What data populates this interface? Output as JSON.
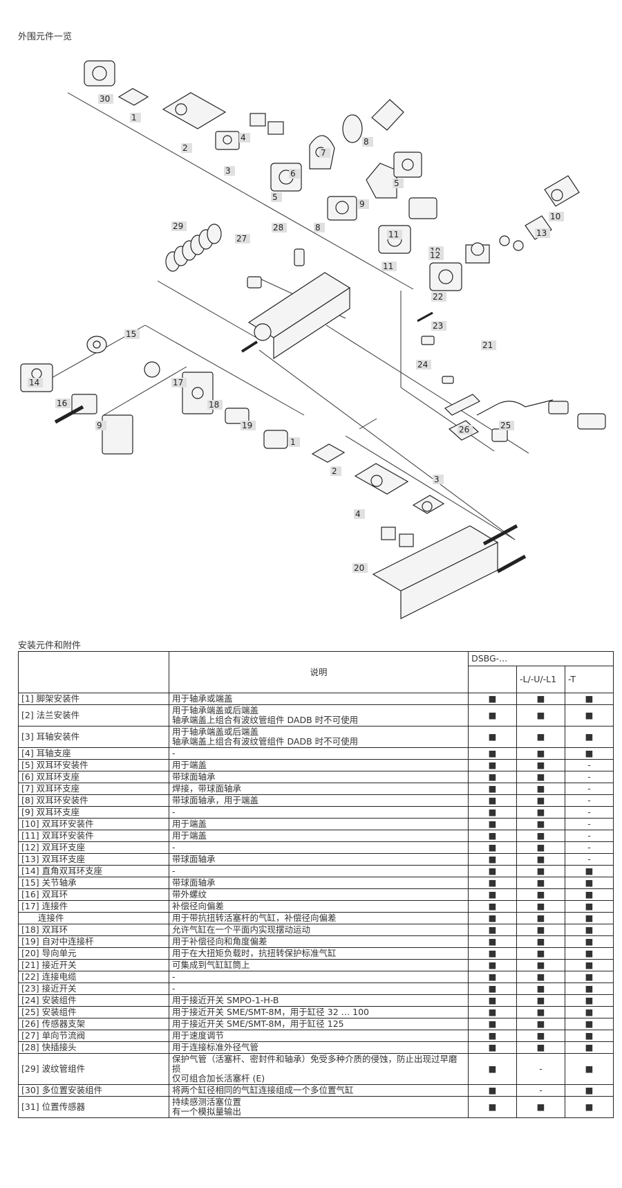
{
  "page_title": "外围元件一览",
  "diagram": {
    "callouts": [
      "30",
      "1",
      "2",
      "3",
      "4",
      "6",
      "7",
      "8",
      "5",
      "5",
      "8",
      "9",
      "10",
      "11",
      "10",
      "11",
      "12",
      "13",
      "29",
      "27",
      "28",
      "22",
      "23",
      "21",
      "24",
      "15",
      "14",
      "16",
      "17",
      "18",
      "19",
      "9",
      "26",
      "25",
      "1",
      "2",
      "3",
      "4",
      "20"
    ]
  },
  "table": {
    "title": "安装元件和附件",
    "header": {
      "desc": "说明",
      "group": "DSBG-...",
      "variant_a": "-L/-U/-L1",
      "variant_b": "-T"
    },
    "mark": "■",
    "dash": "-",
    "rows": [
      {
        "name": "[1] 脚架安装件",
        "desc": [
          "用于轴承或端盖"
        ],
        "v": [
          "■",
          "■",
          "■"
        ]
      },
      {
        "name": "[2] 法兰安装件",
        "desc": [
          "用于轴承端盖或后端盖",
          "轴承端盖上组合有波纹管组件 DADB 时不可使用"
        ],
        "v": [
          "■",
          "■",
          "■"
        ]
      },
      {
        "name": "[3] 耳轴安装件",
        "desc": [
          "用于轴承端盖或后端盖",
          "轴承端盖上组合有波纹管组件 DADB 时不可使用"
        ],
        "v": [
          "■",
          "■",
          "■"
        ]
      },
      {
        "name": "[4] 耳轴支座",
        "desc": [
          "-"
        ],
        "v": [
          "■",
          "■",
          "■"
        ]
      },
      {
        "name": "[5] 双耳环安装件",
        "desc": [
          "用于端盖"
        ],
        "v": [
          "■",
          "■",
          "-"
        ]
      },
      {
        "name": "[6] 双耳环支座",
        "desc": [
          "带球面轴承"
        ],
        "v": [
          "■",
          "■",
          "-"
        ]
      },
      {
        "name": "[7] 双耳环支座",
        "desc": [
          "焊接，带球面轴承"
        ],
        "v": [
          "■",
          "■",
          "-"
        ]
      },
      {
        "name": "[8] 双耳环安装件",
        "desc": [
          "带球面轴承，用于端盖"
        ],
        "v": [
          "■",
          "■",
          "-"
        ]
      },
      {
        "name": "[9] 双耳环支座",
        "desc": [
          "-"
        ],
        "v": [
          "■",
          "■",
          "-"
        ]
      },
      {
        "name": "[10] 双耳环安装件",
        "desc": [
          "用于端盖"
        ],
        "v": [
          "■",
          "■",
          "-"
        ]
      },
      {
        "name": "[11] 双耳环安装件",
        "desc": [
          "用于端盖"
        ],
        "v": [
          "■",
          "■",
          "-"
        ]
      },
      {
        "name": "[12] 双耳环支座",
        "desc": [
          "-"
        ],
        "v": [
          "■",
          "■",
          "-"
        ]
      },
      {
        "name": "[13] 双耳环支座",
        "desc": [
          "带球面轴承"
        ],
        "v": [
          "■",
          "■",
          "-"
        ]
      },
      {
        "name": "[14] 直角双耳环支座",
        "desc": [
          "-"
        ],
        "v": [
          "■",
          "■",
          "■"
        ]
      },
      {
        "name": "[15] 关节轴承",
        "desc": [
          "带球面轴承"
        ],
        "v": [
          "■",
          "■",
          "■"
        ]
      },
      {
        "name": "[16] 双耳环",
        "desc": [
          "带外螺纹"
        ],
        "v": [
          "■",
          "■",
          "■"
        ]
      },
      {
        "name": "[17] 连接件",
        "desc": [
          "补偿径向偏差"
        ],
        "v": [
          "■",
          "■",
          "■"
        ]
      },
      {
        "name": "连接件",
        "sub": true,
        "desc": [
          "用于带抗扭转活塞杆的气缸，补偿径向偏差"
        ],
        "v": [
          "■",
          "■",
          "■"
        ]
      },
      {
        "name": "[18] 双耳环",
        "desc": [
          "允许气缸在一个平面内实现摆动运动"
        ],
        "v": [
          "■",
          "■",
          "■"
        ]
      },
      {
        "name": "[19] 自对中连接杆",
        "desc": [
          "用于补偿径向和角度偏差"
        ],
        "v": [
          "■",
          "■",
          "■"
        ]
      },
      {
        "name": "[20] 导向单元",
        "desc": [
          "用于在大扭矩负载时，抗扭转保护标准气缸"
        ],
        "v": [
          "■",
          "■",
          "■"
        ]
      },
      {
        "name": "[21] 接近开关",
        "desc": [
          "可集成到气缸缸筒上"
        ],
        "v": [
          "■",
          "■",
          "■"
        ]
      },
      {
        "name": "[22] 连接电缆",
        "desc": [
          "-"
        ],
        "v": [
          "■",
          "■",
          "■"
        ]
      },
      {
        "name": "[23] 接近开关",
        "desc": [
          "-"
        ],
        "v": [
          "■",
          "■",
          "■"
        ]
      },
      {
        "name": "[24] 安装组件",
        "desc": [
          "用于接近开关 SMPO-1-H-B"
        ],
        "v": [
          "■",
          "■",
          "■"
        ]
      },
      {
        "name": "[25] 安装组件",
        "desc": [
          "用于接近开关 SME/SMT-8M，用于缸径 32 … 100"
        ],
        "v": [
          "■",
          "■",
          "■"
        ]
      },
      {
        "name": "[26] 传感器支架",
        "desc": [
          "用于接近开关 SME/SMT-8M，用于缸径 125"
        ],
        "v": [
          "■",
          "■",
          "■"
        ]
      },
      {
        "name": "[27] 单向节流阀",
        "desc": [
          "用于速度调节"
        ],
        "v": [
          "■",
          "■",
          "■"
        ]
      },
      {
        "name": "[28] 快插接头",
        "desc": [
          "用于连接标准外径气管"
        ],
        "v": [
          "■",
          "■",
          "■"
        ]
      },
      {
        "name": "[29] 波纹管组件",
        "desc": [
          "保护气管（活塞杆、密封件和轴承）免受多种介质的侵蚀，防止出现过早磨损",
          "仅可组合加长活塞杆 (E)"
        ],
        "v": [
          "■",
          "-",
          "■"
        ]
      },
      {
        "name": "[30] 多位置安装组件",
        "desc": [
          "将两个缸径相同的气缸连接组成一个多位置气缸"
        ],
        "v": [
          "■",
          "-",
          "■"
        ]
      },
      {
        "name": "[31] 位置传感器",
        "desc": [
          "持续感测活塞位置",
          "有一个模拟量输出"
        ],
        "v": [
          "■",
          "■",
          "■"
        ]
      }
    ]
  }
}
